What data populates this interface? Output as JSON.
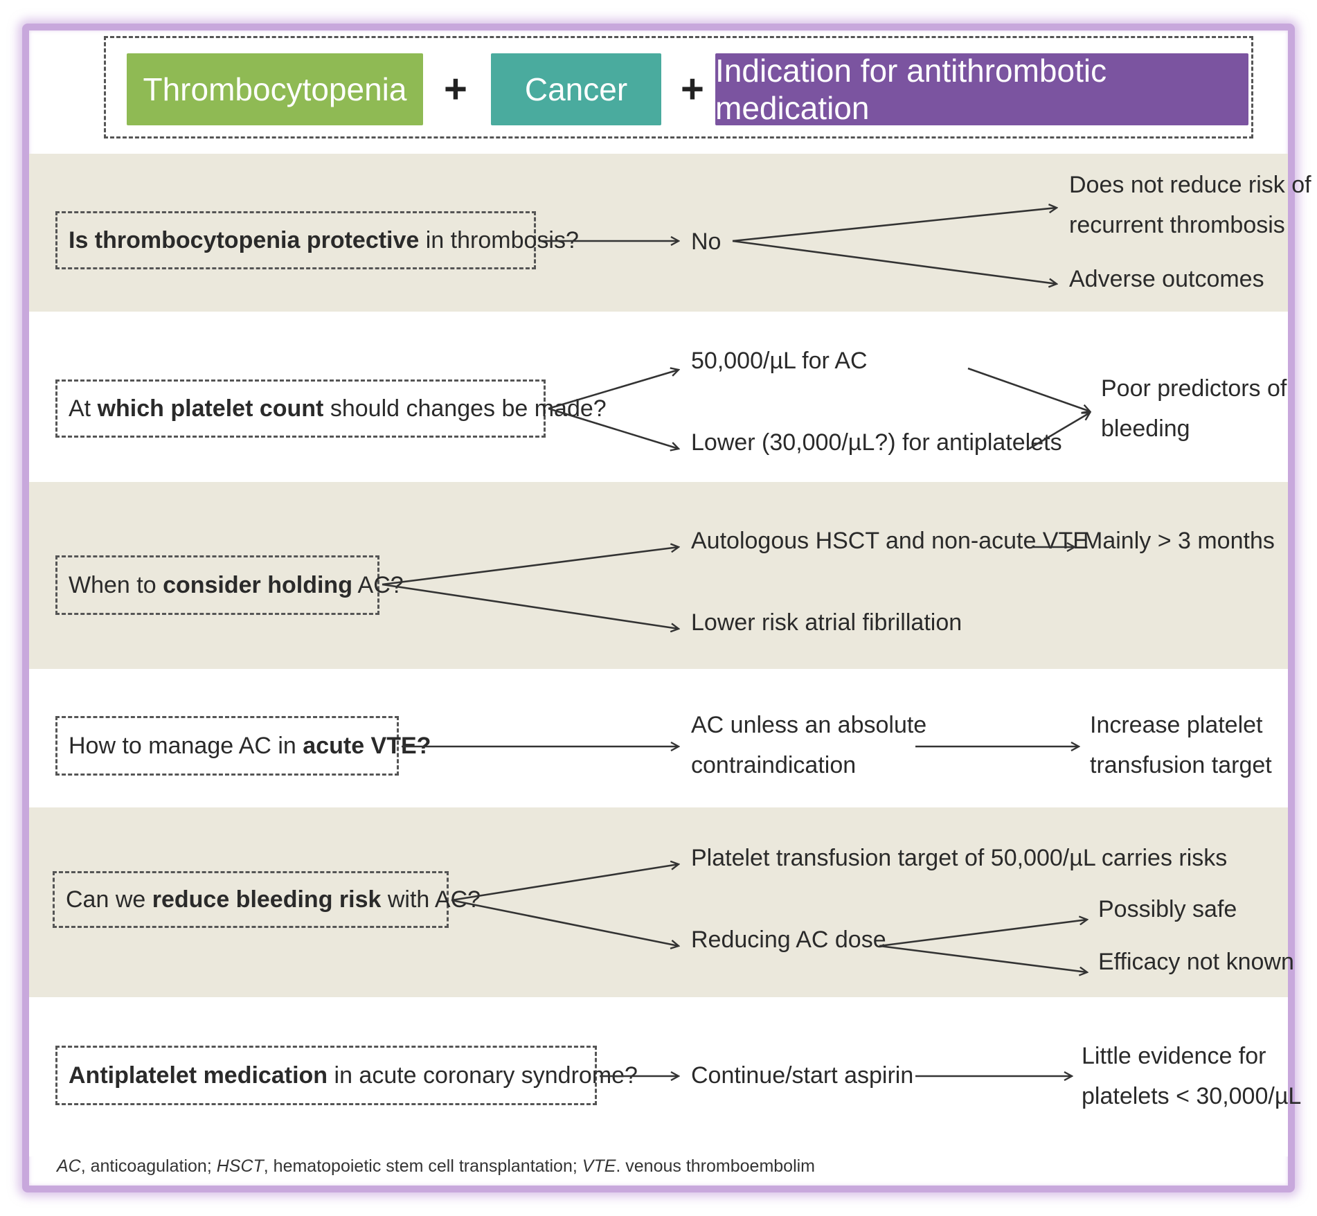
{
  "header": {
    "pills": [
      {
        "label": "Thrombocytopenia",
        "color": "#8fba54"
      },
      {
        "label": "Cancer",
        "color": "#4aab9e"
      },
      {
        "label": "Indication for antithrombotic medication",
        "color": "#7b54a0"
      }
    ],
    "plus": "+"
  },
  "colors": {
    "band_tan": "#ebe8dc",
    "band_white": "#ffffff",
    "frame": "#c8a8dc"
  },
  "rows": [
    {
      "question_bold": "Is thrombocytopenia protective",
      "question_rest": " in thrombosis?",
      "answer": "No",
      "outcomes": [
        "Does not reduce risk of\nrecurrent thrombosis",
        "Adverse outcomes"
      ]
    },
    {
      "question_pre": "At ",
      "question_bold": "which platelet count",
      "question_rest": " should changes be made?",
      "answers": [
        "50,000/µL for AC",
        "Lower (30,000/µL?) for antiplatelets"
      ],
      "outcome": "Poor predictors of\nbleeding"
    },
    {
      "question_pre": "When to ",
      "question_bold": "consider holding",
      "question_rest": " AC?",
      "answers": [
        "Autologous HSCT and non-acute VTE",
        "Lower risk atrial fibrillation"
      ],
      "outcome": "Mainly > 3 months"
    },
    {
      "question_pre": "How to manage AC in ",
      "question_bold": "acute VTE?",
      "answer": "AC unless an absolute\ncontraindication",
      "outcome": "Increase platelet\ntransfusion target"
    },
    {
      "question_pre": "Can we ",
      "question_bold": "reduce bleeding risk",
      "question_rest": " with AC?",
      "answers": [
        "Platelet transfusion target of 50,000/µL carries risks",
        "Reducing AC dose"
      ],
      "outcomes": [
        "Possibly safe",
        "Efficacy not known"
      ]
    },
    {
      "question_bold": "Antiplatelet medication",
      "question_rest": " in acute coronary syndrome?",
      "answer": "Continue/start aspirin",
      "outcome": "Little evidence for\nplatelets < 30,000/µL"
    }
  ],
  "footnote": {
    "parts": [
      {
        "text": "AC",
        "italic": true
      },
      {
        "text": ", anticoagulation; ",
        "italic": false
      },
      {
        "text": "HSCT",
        "italic": true
      },
      {
        "text": ", hematopoietic stem cell transplantation; ",
        "italic": false
      },
      {
        "text": "VTE",
        "italic": true
      },
      {
        "text": ". venous thromboembolim",
        "italic": false
      }
    ]
  }
}
